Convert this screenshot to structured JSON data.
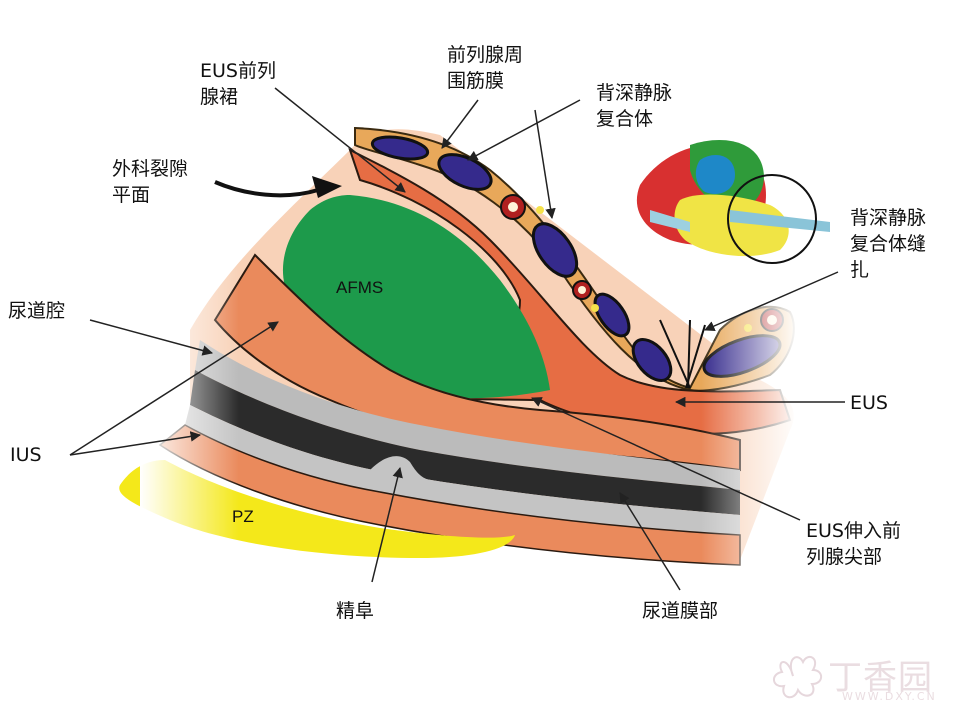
{
  "labels": {
    "eus_skirt": "EUS前列\n腺裙",
    "periprostatic_fascia": "前列腺周\n围筋膜",
    "dvc": "背深静脉\n复合体",
    "surgical_plane": "外科裂隙\n平面",
    "dvc_ligation": "背深静脉\n复合体缝\n扎",
    "urethral_lumen": "尿道腔",
    "eus": "EUS",
    "ius": "IUS",
    "eus_apex": "EUS伸入前\n列腺尖部",
    "verumontanum": "精阜",
    "membranous_urethra": "尿道膜部",
    "afms": "AFMS",
    "pz": "PZ"
  },
  "watermark": {
    "text": "丁香园",
    "url": "WWW.DXY.CN"
  },
  "colors": {
    "afms": "#1d9a4b",
    "pz": "#f4e81a",
    "muscle": "#e8784f",
    "muscle_light": "#f2b08c",
    "fascia": "#e9a84a",
    "vein": "#3b2a8a",
    "urethra_dark": "#2b2b2b",
    "urethra_grey": "#b9b9b9"
  }
}
